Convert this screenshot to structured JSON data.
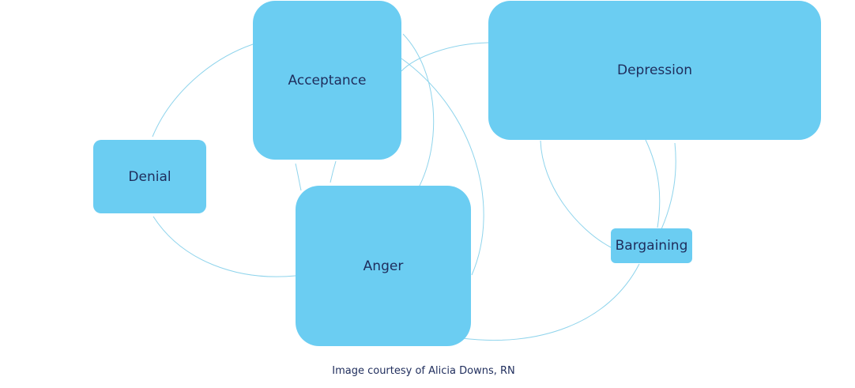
{
  "nodes": {
    "denial": "Denial",
    "acceptance": "Acceptance",
    "depression": "Depression",
    "anger": "Anger",
    "bargaining": "Bargaining"
  },
  "caption": "Image courtesy of Alicia Downs, RN",
  "colors": {
    "node_fill": "#6bcdf2",
    "node_text": "#1f2d5c",
    "connector": "#8fd4ec"
  }
}
